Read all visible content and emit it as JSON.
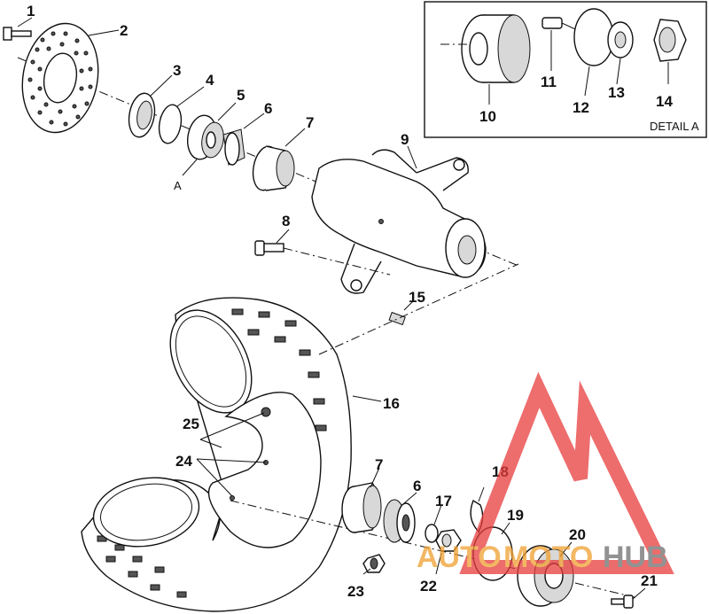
{
  "labels": {
    "l1": "1",
    "l2": "2",
    "l3": "3",
    "l4": "4",
    "l5": "5",
    "l6a": "6",
    "l7a": "7",
    "l8": "8",
    "l9": "9",
    "l10": "10",
    "l11": "11",
    "l12": "12",
    "l13": "13",
    "l14": "14",
    "l15": "15",
    "l16": "16",
    "l17": "17",
    "l18": "18",
    "l19": "19",
    "l20": "20",
    "l21": "21",
    "l22": "22",
    "l23": "23",
    "l24": "24",
    "l25": "25",
    "l6b": "6",
    "l7b": "7",
    "lA": "A"
  },
  "detail": {
    "caption": "DETAIL A"
  },
  "watermark": {
    "part1": "AUTO",
    "part2": "MOTO",
    "part3": "HUB",
    "color_red": "#e83c3c",
    "color_orange": "#f0a030",
    "color_gray": "#6e6e6e"
  }
}
